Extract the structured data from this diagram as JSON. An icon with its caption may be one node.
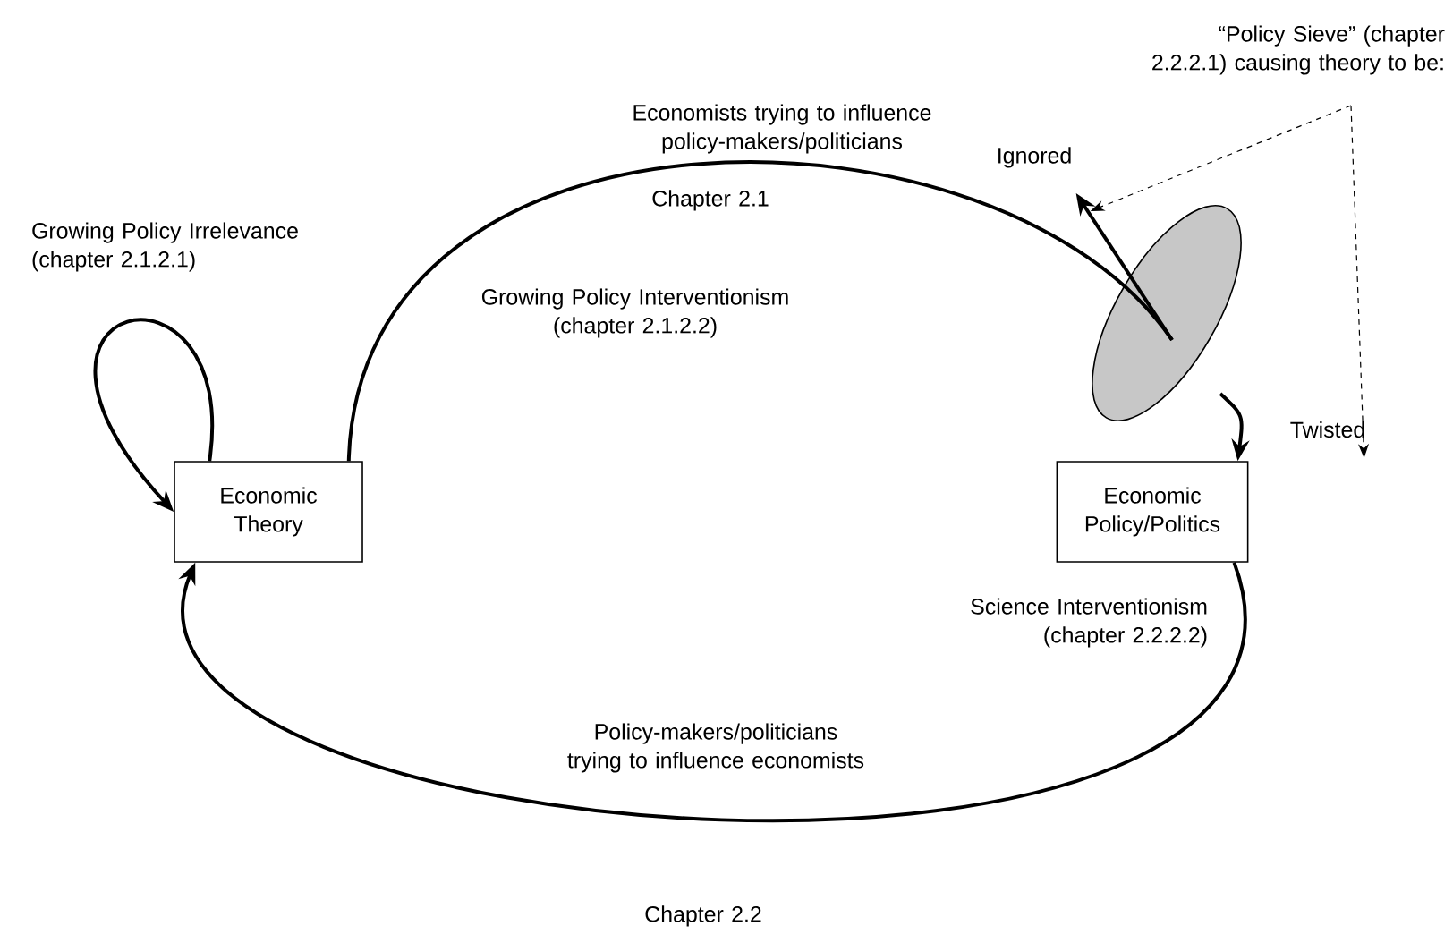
{
  "diagram": {
    "nodes": [
      {
        "text": [
          "Economic Theory"
        ]
      },
      {
        "text": [
          "Economic Policy/Politics"
        ]
      },
      {
        "text": [],
        "shape": "ellipse"
      },
      {
        "text": [
          "Ignored"
        ]
      },
      {
        "text": [
          "“Policy Sieve” (chapter 2.2.2.1) causing theory to be:"
        ]
      },
      {
        "text": [
          "Twisted"
        ]
      }
    ],
    "edges": [
      {
        "from": 0,
        "to": 2,
        "arrow": "none"
      },
      {
        "from": 2,
        "to": 3,
        "arrow": "to"
      },
      {
        "from": 2,
        "to": 1,
        "arrow": "to"
      },
      {
        "from": 0,
        "to": 0,
        "arrow": "to"
      },
      {
        "from": 1,
        "to": 0,
        "arrow": "to"
      },
      {
        "from": 4,
        "to": 3,
        "arrow": "to",
        "style": "dashed"
      },
      {
        "from": 4,
        "to": 5,
        "arrow": "to",
        "style": "dashed"
      }
    ],
    "labels": [
      "Economists trying to influence policy-makers/politicians",
      "Growing Policy Irrelevance (chapter 2.1.2.1)",
      "Chapter 2.1",
      "Growing Policy Interventionism (chapter 2.1.2.2)",
      "Science Interventionism (chapter 2.2.2.2)",
      "Policy-makers/politicians trying to influence economists",
      "Chapter 2.2"
    ]
  }
}
